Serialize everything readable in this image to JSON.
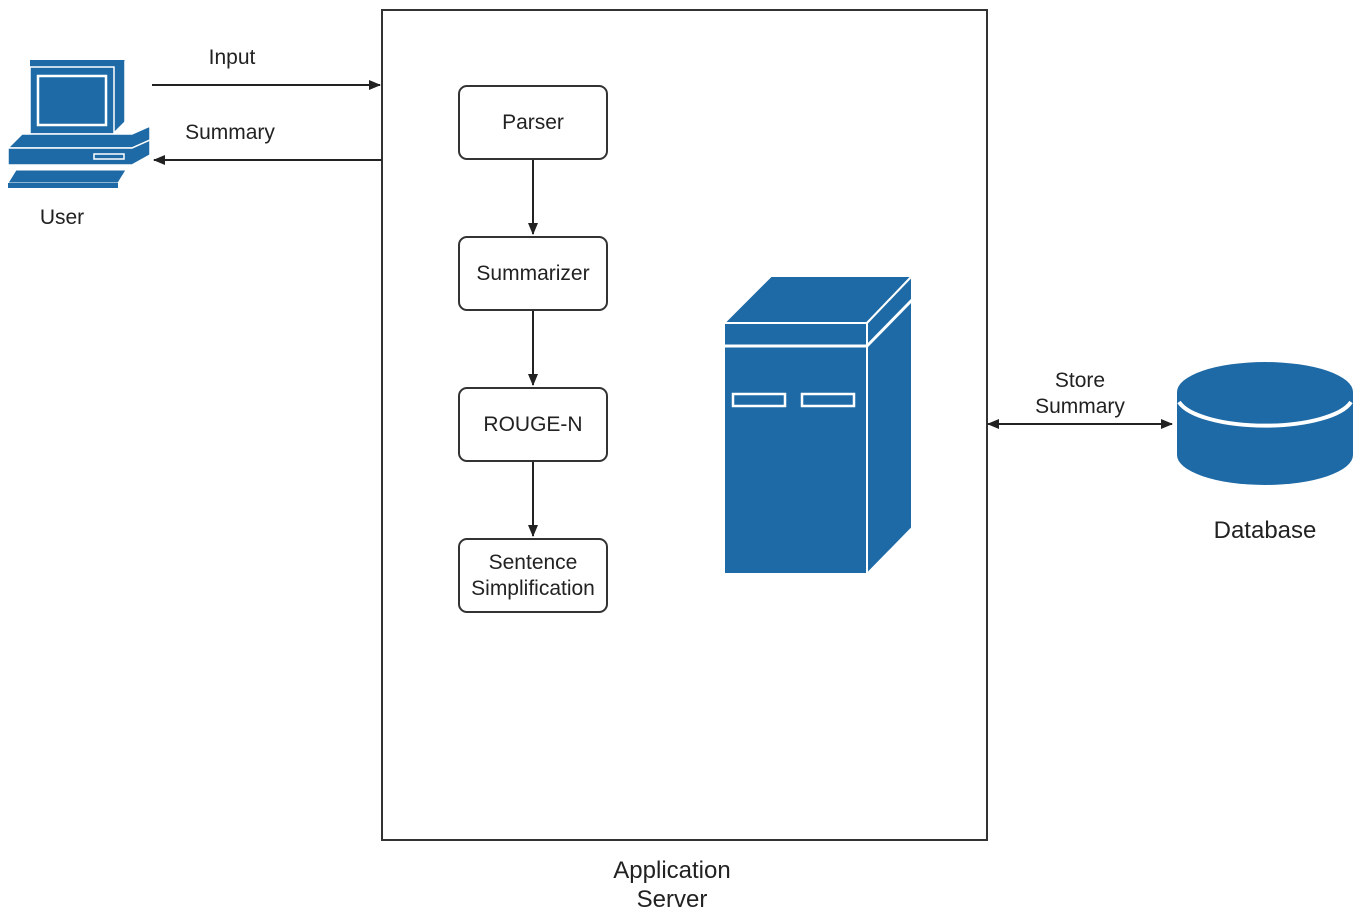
{
  "user": {
    "label": "User",
    "icon": "computer-icon"
  },
  "arrows": {
    "input_label": "Input",
    "summary_label": "Summary",
    "store_label": "Store\nSummary"
  },
  "server": {
    "label": "Application\nServer",
    "icon": "server-tower-icon"
  },
  "pipeline": {
    "steps": [
      "Parser",
      "Summarizer",
      "ROUGE-N",
      "Sentence\nSimplification"
    ]
  },
  "database": {
    "label": "Database",
    "icon": "database-cylinder-icon"
  },
  "colors": {
    "icon_fill": "#1e6aa6",
    "icon_outline": "#ffffff",
    "line": "#333333"
  }
}
